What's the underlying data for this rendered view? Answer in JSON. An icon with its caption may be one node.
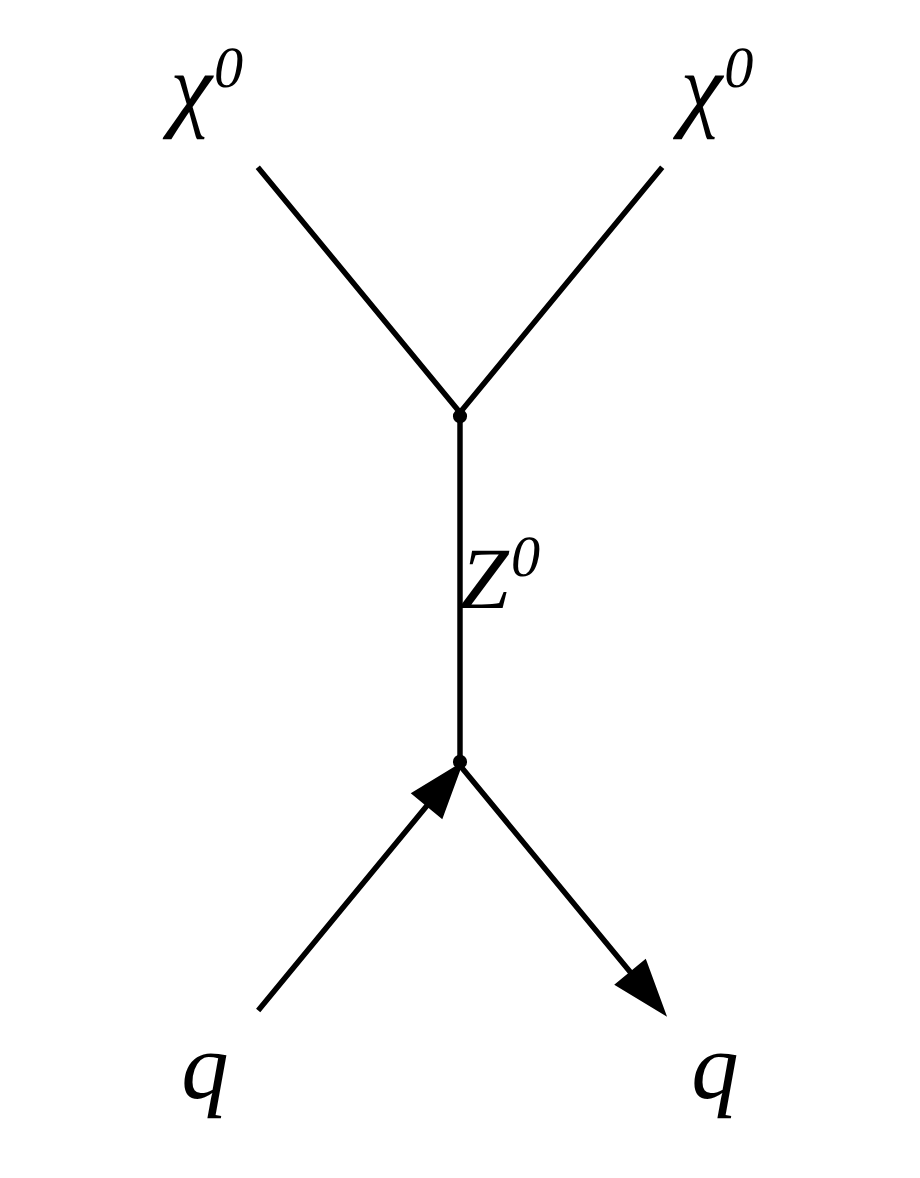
{
  "diagram": {
    "nodes": [
      {
        "text": [
          "χ$^{0}$"
        ]
      },
      {
        "text": [
          "χ$^{0}$"
        ]
      },
      {
        "text": [],
        "shape": "point"
      },
      {
        "text": [],
        "shape": "point"
      },
      {
        "text": [
          "q"
        ]
      },
      {
        "text": [
          "q"
        ]
      }
    ],
    "edges": [
      {
        "from": 0,
        "to": 2,
        "arrow": "none"
      },
      {
        "from": 1,
        "to": 2,
        "arrow": "none"
      },
      {
        "from": 2,
        "to": 3,
        "arrow": "none",
        "label": "Z$^{0}$"
      },
      {
        "from": 4,
        "to": 3,
        "arrow": "to"
      },
      {
        "from": 3,
        "to": 5,
        "arrow": "to"
      }
    ]
  }
}
